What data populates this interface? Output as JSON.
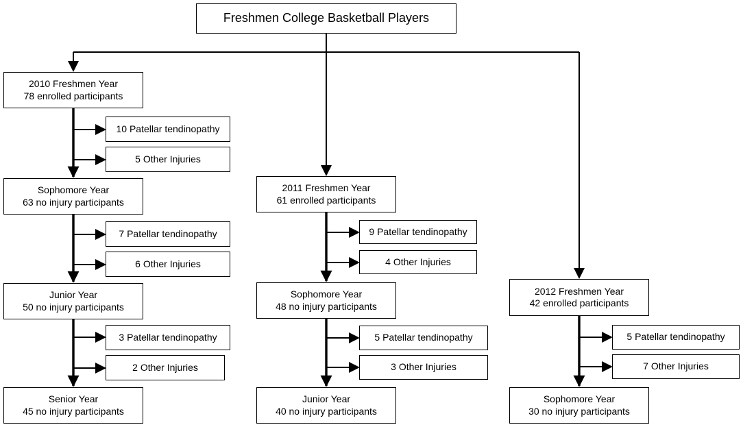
{
  "title": "Freshmen College Basketball Players",
  "cohort_2010": {
    "freshmen": {
      "line1": "2010 Freshmen Year",
      "line2": "78 enrolled participants"
    },
    "fresh_patellar": "10 Patellar tendinopathy",
    "fresh_other": "5 Other Injuries",
    "sophomore": {
      "line1": "Sophomore Year",
      "line2": "63 no injury participants"
    },
    "soph_patellar": "7 Patellar tendinopathy",
    "soph_other": "6 Other Injuries",
    "junior": {
      "line1": "Junior Year",
      "line2": "50 no injury participants"
    },
    "junior_patellar": "3 Patellar tendinopathy",
    "junior_other": "2 Other Injuries",
    "senior": {
      "line1": "Senior Year",
      "line2": "45 no injury participants"
    }
  },
  "cohort_2011": {
    "freshmen": {
      "line1": "2011 Freshmen Year",
      "line2": "61 enrolled participants"
    },
    "fresh_patellar": "9 Patellar tendinopathy",
    "fresh_other": "4 Other Injuries",
    "sophomore": {
      "line1": "Sophomore Year",
      "line2": "48 no injury participants"
    },
    "soph_patellar": "5 Patellar tendinopathy",
    "soph_other": "3 Other Injuries",
    "junior": {
      "line1": "Junior Year",
      "line2": "40 no injury participants"
    }
  },
  "cohort_2012": {
    "freshmen": {
      "line1": "2012 Freshmen Year",
      "line2": "42 enrolled participants"
    },
    "fresh_patellar": "5 Patellar tendinopathy",
    "fresh_other": "7 Other Injuries",
    "sophomore": {
      "line1": "Sophomore Year",
      "line2": "30 no injury participants"
    }
  }
}
